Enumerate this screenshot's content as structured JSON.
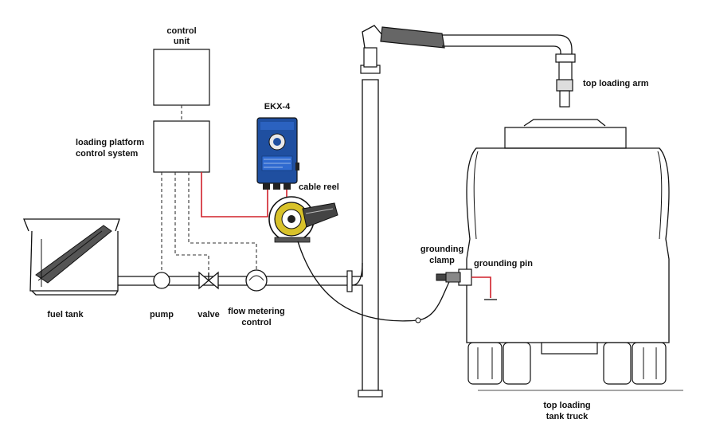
{
  "labels": {
    "control_unit_1": "control",
    "control_unit_2": "unit",
    "platform_1": "loading platform",
    "platform_2": "control system",
    "ekx": "EKX-4",
    "cable_reel": "cable reel",
    "top_loading_arm": "top loading arm",
    "grounding_clamp_1": "grounding",
    "grounding_clamp_2": "clamp",
    "grounding_pin": "grounding pin",
    "fuel_tank": "fuel tank",
    "pump": "pump",
    "valve": "valve",
    "flow_1": "flow metering",
    "flow_2": "control",
    "truck_1": "top loading",
    "truck_2": "tank truck"
  },
  "colors": {
    "red_wire": "#d0202a",
    "ekx_blue": "#1f4fa0",
    "reel_yellow": "#d8c22a",
    "line": "#111111"
  }
}
